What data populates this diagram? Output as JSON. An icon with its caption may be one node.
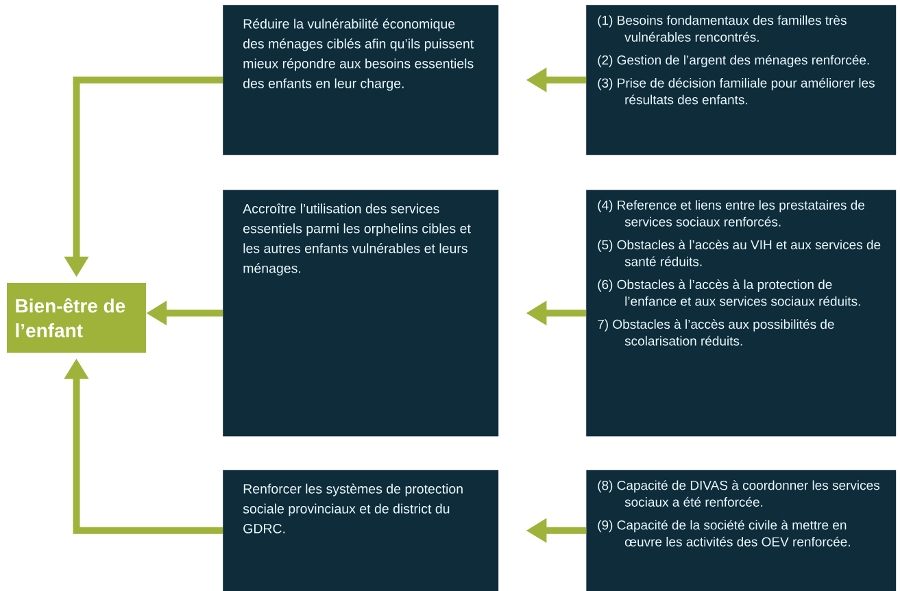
{
  "diagram": {
    "nodes": [
      {
        "text": [
          "Bien-être de l’enfant"
        ]
      },
      {
        "text": [
          "Réduire la vulnérabilité économique des ménages ciblés afin qu’ils puissent mieux répondre aux besoins essentiels des enfants en leur charge."
        ]
      },
      {
        "text": [
          "Accroître l’utilisation des services essentiels parmi les orphelins cibles et les autres enfants vulnérables et leurs ménages."
        ]
      },
      {
        "text": [
          "Renforcer les systèmes de protection sociale provinciaux et de district du GDRC."
        ]
      },
      {
        "text": [
          "(1) Besoins fondamentaux des familles très vulnérables rencontrés.",
          "(2) Gestion de l’argent des ménages renforcée.",
          "(3) Prise de décision familiale pour améliorer les résultats des enfants."
        ]
      },
      {
        "text": [
          "(4) Reference et liens entre les prestataires de services sociaux renforcés.",
          "(5) Obstacles à l’accès au VIH et aux services de santé réduits.",
          "(6) Obstacles à l’accès à la protection de l’enfance et aux services sociaux réduits.",
          "7) Obstacles à l’accès aux possibilités de scolarisation réduits."
        ]
      },
      {
        "text": [
          "(8) Capacité de DIVAS à coordonner les services sociaux a été renforcée.",
          "(9) Capacité de la société civile à mettre en œuvre les activités des OEV renforcée."
        ]
      }
    ],
    "edges": [
      {
        "from": 1,
        "to": 0,
        "arrow": "to"
      },
      {
        "from": 2,
        "to": 0,
        "arrow": "to"
      },
      {
        "from": 3,
        "to": 0,
        "arrow": "to"
      },
      {
        "from": 4,
        "to": 1,
        "arrow": "to"
      },
      {
        "from": 5,
        "to": 2,
        "arrow": "to"
      },
      {
        "from": 6,
        "to": 3,
        "arrow": "to"
      }
    ]
  }
}
